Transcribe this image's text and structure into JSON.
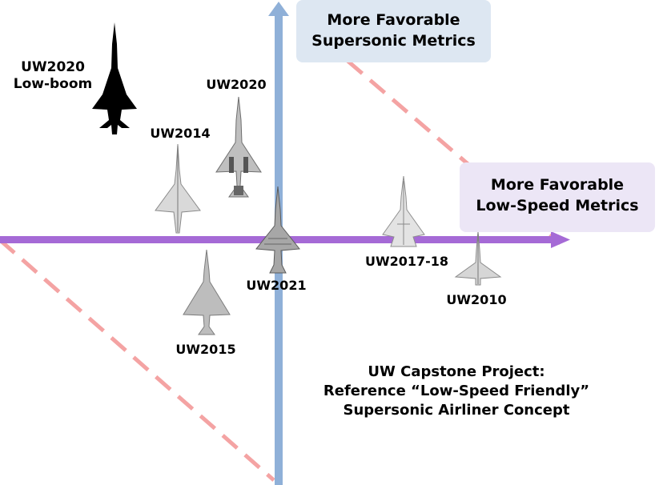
{
  "quadrant_boxes": {
    "supersonic": {
      "line1": "More Favorable",
      "line2": "Supersonic Metrics",
      "fill": "#dde7f2"
    },
    "low_speed": {
      "line1": "More Favorable",
      "line2": "Low-Speed Metrics",
      "fill": "#ece6f6"
    }
  },
  "aircraft_labels": {
    "uw2020_lowboom": {
      "line1": "UW2020",
      "line2": "Low-boom"
    },
    "uw2020": "UW2020",
    "uw2014": "UW2014",
    "uw2015": "UW2015",
    "uw2021": "UW2021",
    "uw2017_18": "UW2017-18",
    "uw2010": "UW2010"
  },
  "caption": {
    "line1": "UW Capstone Project:",
    "line2": "Reference “Low-Speed Friendly”",
    "line3": "Supersonic Airliner Concept"
  },
  "colors": {
    "vertical_axis": "#8fb0d8",
    "horizontal_axis": "#a56ad6",
    "dashed_line": "#f4a3a3",
    "aircraft_gray": "#c4c4c4",
    "aircraft_dark": "#7a7a7a",
    "lowboom_black": "#000000"
  }
}
